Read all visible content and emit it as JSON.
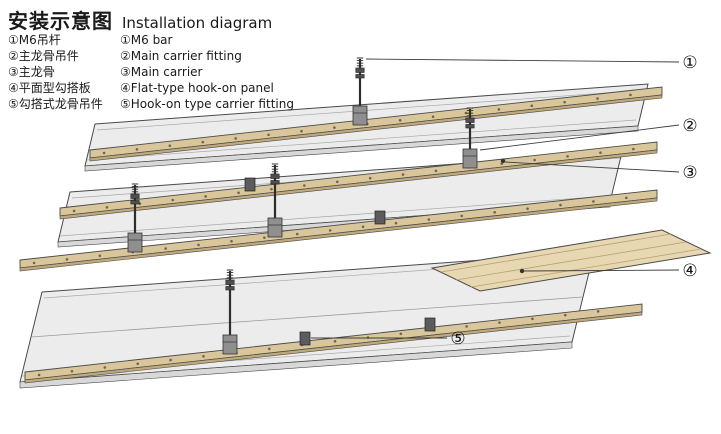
{
  "header": {
    "title_zh": "安装示意图",
    "title_en": "Installation diagram"
  },
  "legend": {
    "items": [
      {
        "num": "①",
        "zh": "M6吊杆",
        "en": "M6 bar"
      },
      {
        "num": "②",
        "zh": "主龙骨吊件",
        "en": "Main carrier fitting"
      },
      {
        "num": "③",
        "zh": "主龙骨",
        "en": "Main carrier"
      },
      {
        "num": "④",
        "zh": "平面型勾搭板",
        "en": "Flat-type hook-on panel"
      },
      {
        "num": "⑤",
        "zh": "勾搭式龙骨吊件",
        "en": "Hook-on type carrier fitting"
      }
    ]
  },
  "callouts": {
    "c1": "①",
    "c2": "②",
    "c3": "③",
    "c4": "④",
    "c5": "⑤"
  },
  "colors": {
    "background": "#ffffff",
    "panel_fill": "#ececec",
    "panel_edge": "#4a4a4a",
    "carrier_fill": "#d9c79b",
    "carrier_flange": "#bfa87a",
    "loose_panel_fill": "#e7d8b2",
    "line": "#3d3d3d"
  }
}
